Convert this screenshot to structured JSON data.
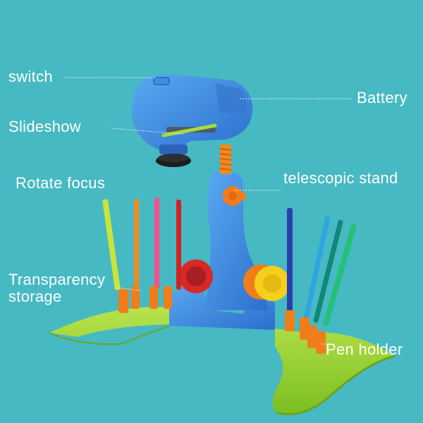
{
  "labels": {
    "switch": "switch",
    "battery": "Battery",
    "slideshow": "Slideshow",
    "rotate_focus": "Rotate focus",
    "telescopic_stand": "telescopic stand",
    "transparency_line1": "Transparency",
    "transparency_line2": "storage",
    "pen_holder": "Pen holder"
  },
  "colors": {
    "background": "#46b9c3",
    "projector_blue": "#3e8fe3",
    "base_green": "#9fd63a",
    "stand_spring": "#f28a1c",
    "knob_orange": "#f07d1a"
  }
}
